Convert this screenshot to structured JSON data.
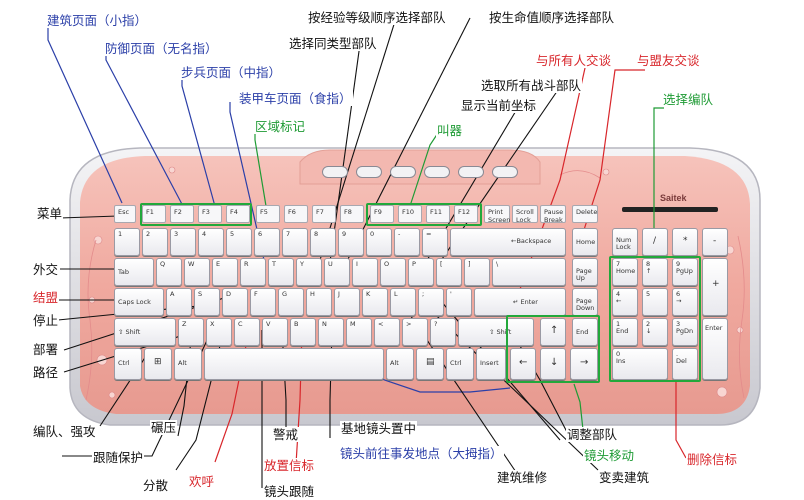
{
  "brand": "Saitek",
  "labels": {
    "build_page": "建筑页面（小指）",
    "defense_page": "防御页面（无名指）",
    "infantry_page": "步兵页面（中指）",
    "armor_page": "装甲车页面（食指）",
    "region_mark": "区域标记",
    "select_same_type": "选择同类型部队",
    "by_veteran": "按经验等级顺序选择部队",
    "by_health": "按生命值顺序选择部队",
    "select_all_combat": "选取所有战斗部队",
    "show_coords": "显示当前坐标",
    "shout": "叫器",
    "talk_all": "与所有人交谈",
    "talk_allies": "与盟友交谈",
    "select_group": "选择编队",
    "menu": "菜单",
    "diplomacy": "外交",
    "alliance": "结盟",
    "stop": "停止",
    "deploy": "部署",
    "waypoint": "路径",
    "group_attack": "编队、强攻",
    "crush": "碾压",
    "guard_follow": "跟随保护",
    "alert": "警戒",
    "base_camera": "基地镜头置中",
    "scatter": "分散",
    "cheer": "欢呼",
    "place_beacon": "放置信标",
    "camera_follow": "镜头跟随",
    "camera_event": "镜头前往事发地点（大拇指）",
    "adjust_units": "调整部队",
    "building_repair": "建筑维修",
    "sell_building": "变卖建筑",
    "camera_move": "镜头移动",
    "delete_beacon": "删除信标"
  },
  "keys": {
    "esc": "Esc",
    "f1": "F1",
    "f2": "F2",
    "f3": "F3",
    "f4": "F4",
    "f5": "F5",
    "f6": "F6",
    "f7": "F7",
    "f8": "F8",
    "f9": "F9",
    "f10": "F10",
    "f11": "F11",
    "f12": "F12",
    "print": "Print\nScreen",
    "scroll": "Scroll\nLock",
    "pause": "Pause\nBreak",
    "delete": "Delete",
    "num1": "1",
    "num2": "2",
    "num3": "3",
    "num4": "4",
    "num5": "5",
    "num6": "6",
    "num7": "7",
    "num8": "8",
    "num9": "9",
    "num0": "0",
    "minus": "-",
    "equals": "=",
    "backspace": "←Backspace",
    "home": "Home",
    "tab": "Tab",
    "q": "Q",
    "w": "W",
    "e": "E",
    "r": "R",
    "t": "T",
    "y": "Y",
    "u": "U",
    "i": "I",
    "o": "O",
    "p": "P",
    "lbracket": "[",
    "rbracket": "]",
    "backslash": "\\",
    "pageup": "Page\nUp",
    "capslock": "Caps Lock",
    "a": "A",
    "s": "S",
    "d": "D",
    "f": "F",
    "g": "G",
    "h": "H",
    "j": "J",
    "k": "K",
    "l": "L",
    "semicolon": ";",
    "quote": "'",
    "enter": "↵ Enter",
    "pagedown": "Page\nDown",
    "lshift": "⇧ Shift",
    "z": "Z",
    "x": "X",
    "c": "C",
    "v": "V",
    "b": "B",
    "n": "N",
    "m": "M",
    "comma": "<",
    "period": ">",
    "slash": "?",
    "rshift": "⇧ Shift",
    "up": "↑",
    "end": "End",
    "ctrl": "Ctrl",
    "win": "⊞",
    "alt": "Alt",
    "space": "",
    "ralt": "Alt",
    "menu": "▤",
    "rctrl": "Ctrl",
    "insert": "Insert",
    "left": "←",
    "down": "↓",
    "right": "→",
    "numlock": "Num\nLock",
    "np_div": "/",
    "np_mul": "*",
    "np_sub": "-",
    "np7": "7\nHome",
    "np8": "8\n↑",
    "np9": "9\nPgUp",
    "np_add": "+",
    "np4": "4\n←",
    "np5": "5",
    "np6": "6\n→",
    "np1": "1\nEnd",
    "np2": "2\n↓",
    "np3": "3\nPgDn",
    "np_enter": "Enter",
    "np0": "0\nIns",
    "np_del": ".\nDel"
  },
  "colors": {
    "keyboard_body": "#f2b1a9",
    "blue_label": "#2b3fa8",
    "green_label": "#1f9b35",
    "red_label": "#d8262b"
  }
}
